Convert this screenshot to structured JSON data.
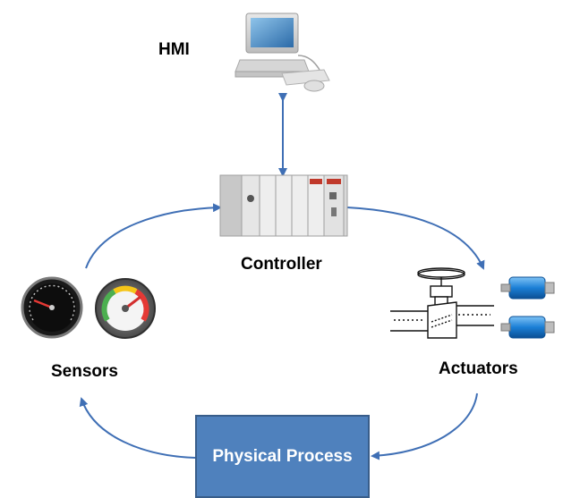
{
  "labels": {
    "hmi": "HMI",
    "controller": "Controller",
    "sensors": "Sensors",
    "actuators": "Actuators",
    "process": "Physical Process"
  },
  "colors": {
    "arrow": "#3f6fb5",
    "process_fill": "#4f81bd",
    "process_border": "#385d8a"
  },
  "icons": [
    "computer-icon",
    "plc-controller-icon",
    "tachometer-icon",
    "pressure-gauge-icon",
    "valve-icon",
    "motor-icon"
  ]
}
